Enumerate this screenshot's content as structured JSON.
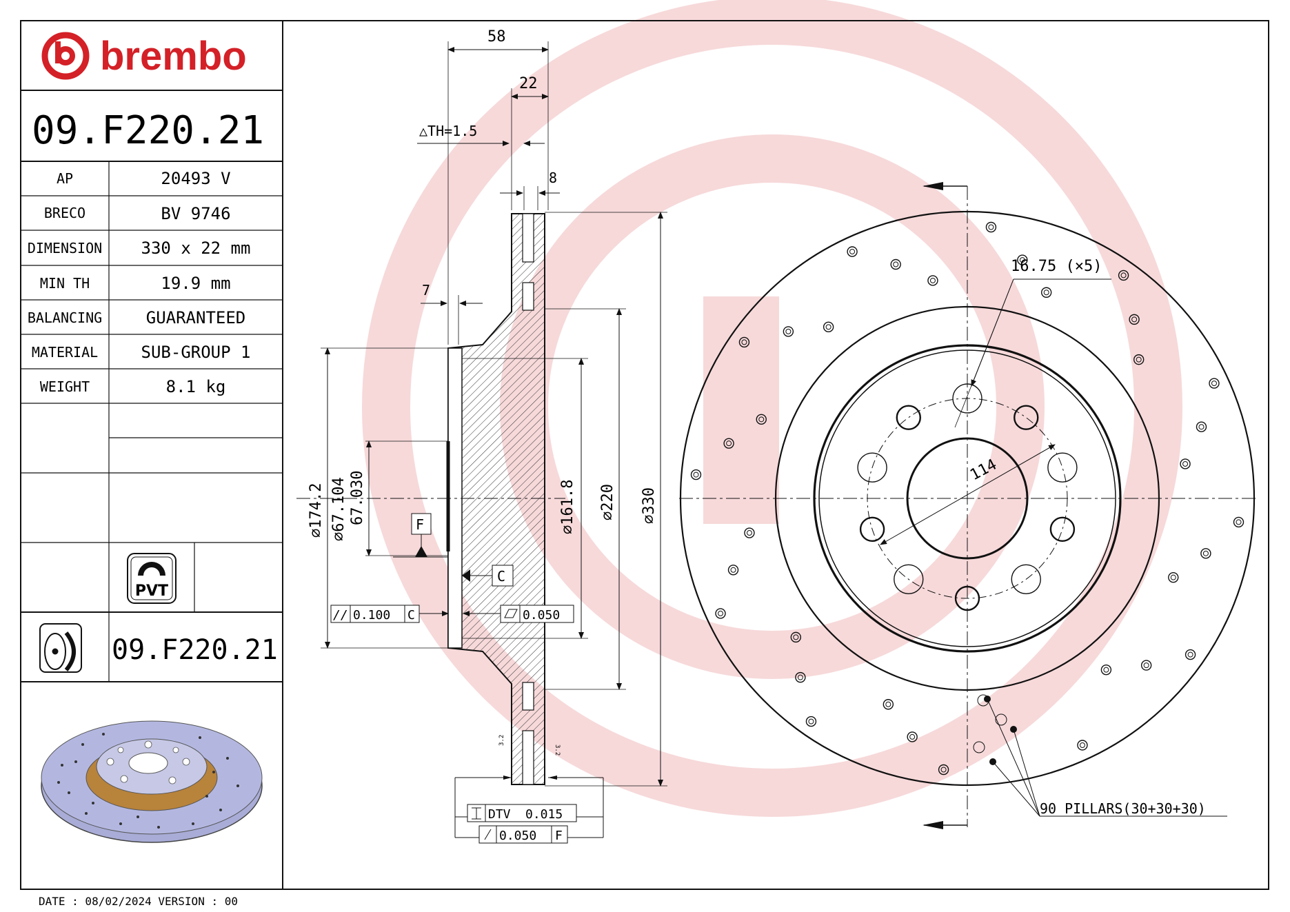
{
  "header": {
    "brand": "brembo",
    "part_number": "09.F220.21"
  },
  "specs": [
    {
      "label": "AP",
      "value": "20493 V"
    },
    {
      "label": "BRECO",
      "value": "BV 9746"
    },
    {
      "label": "DIMENSION",
      "value": "330 x 22 mm"
    },
    {
      "label": "MIN TH",
      "value": "19.9 mm"
    },
    {
      "label": "BALANCING",
      "value": "GUARANTEED"
    },
    {
      "label": "MATERIAL",
      "value": "SUB-GROUP 1"
    },
    {
      "label": "WEIGHT",
      "value": "8.1 kg"
    }
  ],
  "badge": {
    "label": "PVT"
  },
  "footer_part_number": "09.F220.21",
  "footer": {
    "date_line": "DATE : 08/02/2024 VERSION : 00"
  },
  "section_dims": {
    "overall_width": "58",
    "thickness": "22",
    "th_tolerance": "△TH=1.5",
    "vent_gap": "8",
    "hat_offset": "7",
    "d174": "⌀174.2",
    "d67a": "⌀67.104",
    "d67b": "67.030",
    "d161": "⌀161.8",
    "d220": "⌀220",
    "d330": "⌀330",
    "datum_f": "F",
    "datum_c": "C",
    "tol_parallel": "//",
    "tol_parallel_val": "0.100",
    "tol_parallel_ref": "C",
    "tol_flat_val": "0.050",
    "tol_dtv_label": "DTV",
    "tol_dtv_val": "0.015",
    "tol_runout_val": "0.050",
    "tol_runout_ref": "F",
    "surface_left": "3.2",
    "surface_right": "3.2"
  },
  "front_view": {
    "bolt_hole": "16.75 (×5)",
    "pcd": "114",
    "pillars": "90 PILLARS(30+30+30)"
  },
  "colors": {
    "brand_red": "#d42027",
    "watermark": "#f7d9da",
    "line": "#111111"
  }
}
